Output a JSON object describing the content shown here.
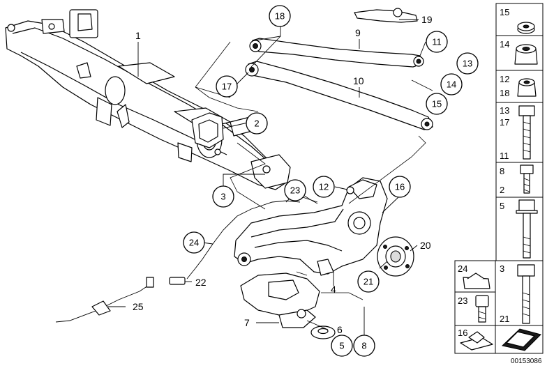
{
  "callouts": [
    {
      "id": "c1",
      "label": "1"
    },
    {
      "id": "c2",
      "label": "2"
    },
    {
      "id": "c3",
      "label": "3"
    },
    {
      "id": "c4",
      "label": "4"
    },
    {
      "id": "c5",
      "label": "5"
    },
    {
      "id": "c6",
      "label": "6"
    },
    {
      "id": "c7",
      "label": "7"
    },
    {
      "id": "c8",
      "label": "8"
    },
    {
      "id": "c9",
      "label": "9"
    },
    {
      "id": "c10",
      "label": "10"
    },
    {
      "id": "c11",
      "label": "11"
    },
    {
      "id": "c12",
      "label": "12"
    },
    {
      "id": "c13",
      "label": "13"
    },
    {
      "id": "c14",
      "label": "14"
    },
    {
      "id": "c15",
      "label": "15"
    },
    {
      "id": "c16",
      "label": "16"
    },
    {
      "id": "c17",
      "label": "17"
    },
    {
      "id": "c18",
      "label": "18"
    },
    {
      "id": "c19",
      "label": "19"
    },
    {
      "id": "c20",
      "label": "20"
    },
    {
      "id": "c21",
      "label": "21"
    },
    {
      "id": "c22",
      "label": "22"
    },
    {
      "id": "c23",
      "label": "23"
    },
    {
      "id": "c24",
      "label": "24"
    },
    {
      "id": "c25",
      "label": "25"
    }
  ],
  "legend": {
    "col1": [
      {
        "labels": [
          "15"
        ]
      },
      {
        "labels": [
          "14"
        ]
      },
      {
        "labels": [
          "12",
          "18"
        ]
      },
      {
        "labels": [
          "13",
          "17",
          "11"
        ]
      },
      {
        "labels": [
          "8",
          "2"
        ]
      },
      {
        "labels": [
          "5"
        ]
      }
    ],
    "col2": [
      {
        "labels": [
          "24"
        ]
      },
      {
        "labels": [
          "23"
        ]
      },
      {
        "labels": [
          "16"
        ]
      }
    ],
    "col3": [
      {
        "labels": [
          "3",
          "21"
        ]
      }
    ]
  },
  "document_number": "00153086"
}
